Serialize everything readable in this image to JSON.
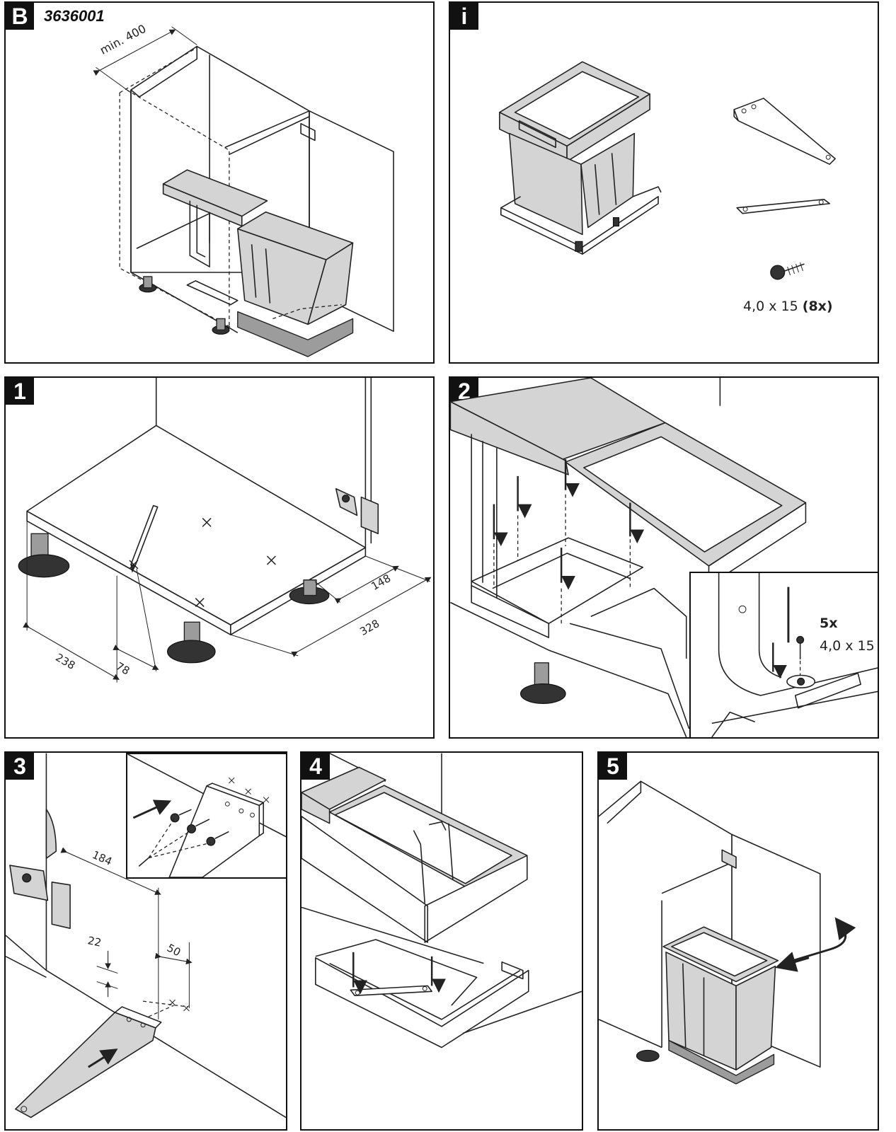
{
  "panels": {
    "B": {
      "badge": "B",
      "article_number": "3636001",
      "dim_min": "min. 400"
    },
    "i": {
      "badge": "i",
      "screw_label": "4,0 x 15",
      "screw_qty": "(8x)"
    },
    "s1": {
      "badge": "1",
      "dims": [
        "148",
        "328",
        "238",
        "78"
      ]
    },
    "s2": {
      "badge": "2",
      "qty": "5x",
      "screw_label": "4,0 x 15"
    },
    "s3": {
      "badge": "3",
      "dims": [
        "184",
        "22",
        "50"
      ]
    },
    "s4": {
      "badge": "4"
    },
    "s5": {
      "badge": "5"
    }
  }
}
